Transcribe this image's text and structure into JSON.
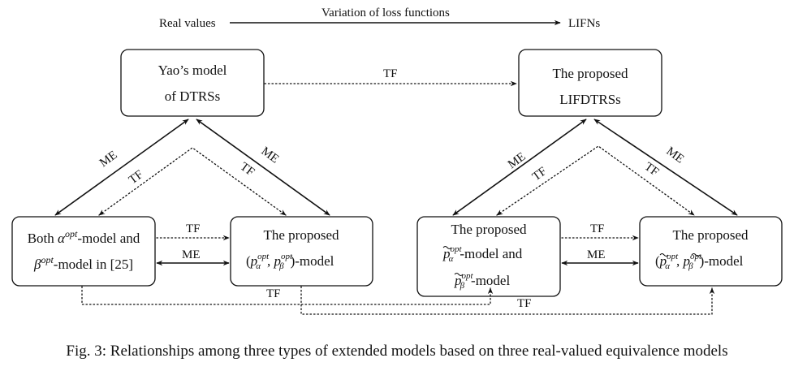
{
  "header": {
    "left": "Real values",
    "center": "Variation of loss functions",
    "right": "LIFNs"
  },
  "boxes": {
    "yao": {
      "line1": "Yao’s model",
      "line2": "of DTRSs"
    },
    "lifdtrs": {
      "line1": "The proposed",
      "line2": "LIFDTRSs"
    },
    "both": {
      "l1_a": "Both ",
      "l1_sym": "α",
      "l1_sup": "opt",
      "l1_b": "-model and",
      "l2_sym": "β",
      "l2_sup": "opt",
      "l2_b": "-model in [25]"
    },
    "prop_p": {
      "line1": "The proposed",
      "open": "(",
      "p1": "p",
      "sup1": "opt",
      "sub1": "α",
      "comma": ", ",
      "p2": "p",
      "sup2": "opt",
      "sub2": "β",
      "close": ")-model"
    },
    "prop_tilde": {
      "line1": "The proposed",
      "p1": "p",
      "sup1": "opt",
      "sub1": "α",
      "l2_b": "-model and",
      "p2": "p",
      "sup2": "opt",
      "sub2": "β",
      "l3_b": "-model"
    },
    "prop_tilde2": {
      "line1": "The proposed",
      "open": "(",
      "p1": "p",
      "sup1": "opt",
      "sub1": "α",
      "comma": ", ",
      "p2": "p",
      "sup2": "opt",
      "sub2": "β",
      "close": ")-model"
    }
  },
  "edge_labels": {
    "tf": "TF",
    "me": "ME"
  },
  "caption": "Fig. 3: Relationships among three types of extended models based on three real-valued equivalence models"
}
